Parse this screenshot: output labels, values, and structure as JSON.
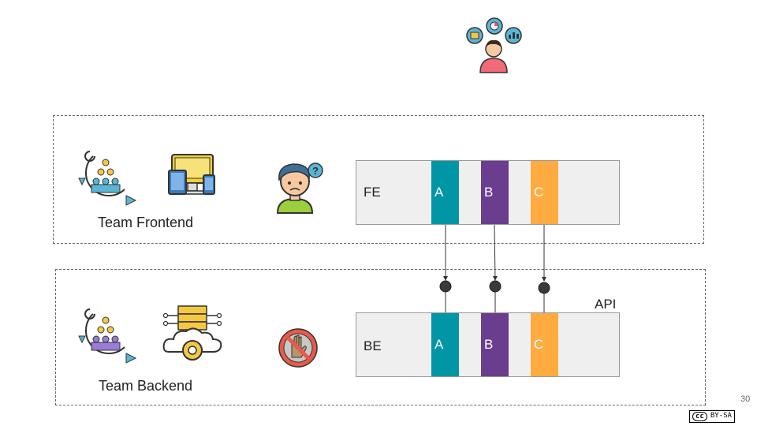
{
  "frontend": {
    "team_label": "Team Frontend",
    "layer_label": "FE",
    "columns": [
      {
        "label": "A",
        "color": "#0096a6"
      },
      {
        "label": "B",
        "color": "#6b3d8f"
      },
      {
        "label": "C",
        "color": "#ffab40"
      }
    ],
    "icons": [
      "agile-team-icon",
      "devices-icon",
      "confused-person-icon"
    ]
  },
  "backend": {
    "team_label": "Team Backend",
    "layer_label": "BE",
    "api_label": "API",
    "columns": [
      {
        "label": "A",
        "color": "#0096a6"
      },
      {
        "label": "B",
        "color": "#6b3d8f"
      },
      {
        "label": "C",
        "color": "#ffab40"
      }
    ],
    "icons": [
      "agile-team-icon",
      "server-cloud-icon",
      "stop-hand-icon"
    ]
  },
  "header_icon": "analyst-person-icon",
  "colors": {
    "layer_bg": "#efefef",
    "connector": "#333333",
    "icon_stroke": "#333333"
  },
  "page_number": "30",
  "license": {
    "cc": "cc",
    "text": "BY-SA"
  }
}
